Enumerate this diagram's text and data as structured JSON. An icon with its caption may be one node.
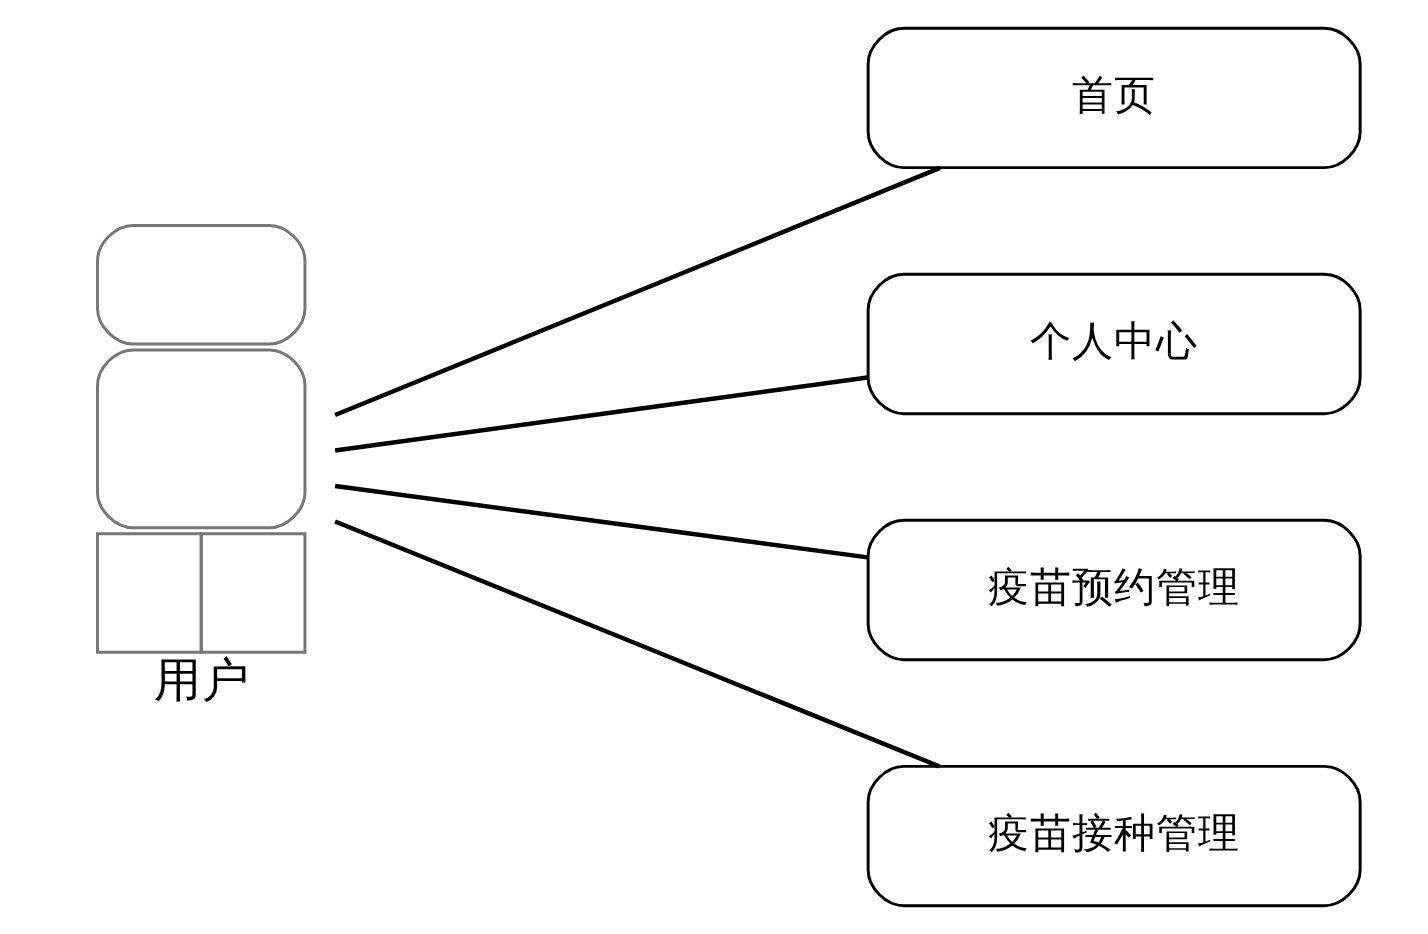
{
  "diagram": {
    "nodes": [
      {
        "text": [
          "用户"
        ]
      },
      {
        "text": [
          "首页"
        ]
      },
      {
        "text": [
          "个人中心"
        ]
      },
      {
        "text": [
          "疫苗预约管理"
        ]
      },
      {
        "text": [
          "疫苗接种管理"
        ]
      }
    ],
    "edges": [
      {
        "from": 0,
        "to": 1,
        "arrow": "none"
      },
      {
        "from": 0,
        "to": 2,
        "arrow": "none"
      },
      {
        "from": 0,
        "to": 3,
        "arrow": "none"
      },
      {
        "from": 0,
        "to": 4,
        "arrow": "none"
      }
    ]
  }
}
